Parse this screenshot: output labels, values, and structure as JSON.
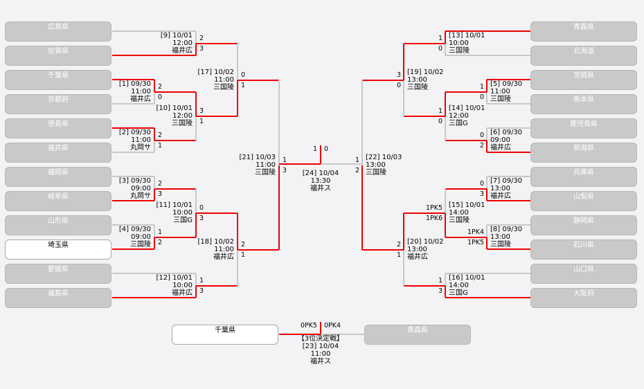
{
  "colors": {
    "win_line": "#ee0000",
    "lose_line": "#c8c8c8",
    "team_box": "#c9c9c9",
    "team_box_active": "#ffffff"
  },
  "teams_left": [
    {
      "name": "広島県",
      "active": false
    },
    {
      "name": "佐賀県",
      "active": false
    },
    {
      "name": "千葉県",
      "active": false
    },
    {
      "name": "京都府",
      "active": false
    },
    {
      "name": "徳島県",
      "active": false
    },
    {
      "name": "福井県",
      "active": false
    },
    {
      "name": "福岡県",
      "active": false
    },
    {
      "name": "岐阜県",
      "active": false
    },
    {
      "name": "山形県",
      "active": false
    },
    {
      "name": "埼玉県",
      "active": true
    },
    {
      "name": "愛媛県",
      "active": false
    },
    {
      "name": "福島県",
      "active": false
    }
  ],
  "teams_right": [
    {
      "name": "青森県",
      "active": false
    },
    {
      "name": "北海道",
      "active": false
    },
    {
      "name": "茨城県",
      "active": false
    },
    {
      "name": "熊本県",
      "active": false
    },
    {
      "name": "鹿児島県",
      "active": false
    },
    {
      "name": "新潟県",
      "active": false
    },
    {
      "name": "兵庫県",
      "active": false
    },
    {
      "name": "山梨県",
      "active": false
    },
    {
      "name": "静岡県",
      "active": false
    },
    {
      "name": "石川県",
      "active": false
    },
    {
      "name": "山口県",
      "active": false
    },
    {
      "name": "大阪府",
      "active": false
    }
  ],
  "matches": {
    "9": {
      "label": "[9] 10/01",
      "time": "12:00",
      "venue": "福井広",
      "scores": [
        "2",
        "3"
      ],
      "winner": 1
    },
    "1": {
      "label": "[1] 09/30",
      "time": "11:00",
      "venue": "福井広",
      "scores": [
        "2",
        "0"
      ],
      "winner": 0
    },
    "2": {
      "label": "[2] 09/30",
      "time": "11:00",
      "venue": "丸岡サ",
      "scores": [
        "2",
        "1"
      ],
      "winner": 0
    },
    "10": {
      "label": "[10] 10/01",
      "time": "12:00",
      "venue": "三国陵",
      "scores": [
        "3",
        "1"
      ],
      "winner": 0
    },
    "17": {
      "label": "[17] 10/02",
      "time": "11:00",
      "venue": "三国陵",
      "scores": [
        "0",
        "1"
      ],
      "winner": 1
    },
    "3": {
      "label": "[3] 09/30",
      "time": "09:00",
      "venue": "丸岡サ",
      "scores": [
        "2",
        "3"
      ],
      "winner": 1
    },
    "4": {
      "label": "[4] 09/30",
      "time": "09:00",
      "venue": "三国陵",
      "scores": [
        "1",
        "2"
      ],
      "winner": 1
    },
    "11": {
      "label": "[11] 10/01",
      "time": "10:00",
      "venue": "三国G",
      "scores": [
        "0",
        "3"
      ],
      "winner": 1
    },
    "12": {
      "label": "[12] 10/01",
      "time": "10:00",
      "venue": "福井広",
      "scores": [
        "1",
        "3"
      ],
      "winner": 1
    },
    "18": {
      "label": "[18] 10/02",
      "time": "11:00",
      "venue": "福井広",
      "scores": [
        "2",
        "1"
      ],
      "winner": 0
    },
    "21": {
      "label": "[21] 10/03",
      "time": "11:00",
      "venue": "三国陵",
      "scores": [
        "1",
        "3"
      ],
      "winner": 1
    },
    "13": {
      "label": "[13] 10/01",
      "time": "10:00",
      "venue": "三国陵",
      "scores": [
        "1",
        "0"
      ],
      "winner": 0
    },
    "5": {
      "label": "[5] 09/30",
      "time": "11:00",
      "venue": "三国陵",
      "scores": [
        "1",
        "0"
      ],
      "winner": 0
    },
    "6": {
      "label": "[6] 09/30",
      "time": "09:00",
      "venue": "福井広",
      "scores": [
        "0",
        "2"
      ],
      "winner": 1
    },
    "14": {
      "label": "[14] 10/01",
      "time": "12:00",
      "venue": "三国G",
      "scores": [
        "1",
        "0"
      ],
      "winner": 0
    },
    "19": {
      "label": "[19] 10/02",
      "time": "13:00",
      "venue": "三国陵",
      "scores": [
        "3",
        "0"
      ],
      "winner": 0
    },
    "7": {
      "label": "[7] 09/30",
      "time": "13:00",
      "venue": "福井広",
      "scores": [
        "0",
        "3"
      ],
      "winner": 1
    },
    "8": {
      "label": "[8] 09/30",
      "time": "13:00",
      "venue": "三国陵",
      "scores": [
        "1PK4",
        "1PK5"
      ],
      "winner": 1
    },
    "15": {
      "label": "[15] 10/01",
      "time": "14:00",
      "venue": "三国陵",
      "scores": [
        "1PK5",
        "1PK6"
      ],
      "winner": 1
    },
    "16": {
      "label": "[16] 10/01",
      "time": "14:00",
      "venue": "三国G",
      "scores": [
        "1",
        "3"
      ],
      "winner": 1
    },
    "20": {
      "label": "[20] 10/02",
      "time": "13:00",
      "venue": "福井広",
      "scores": [
        "2",
        "1"
      ],
      "winner": 0
    },
    "22": {
      "label": "[22] 10/03",
      "time": "13:00",
      "venue": "三国陵",
      "scores": [
        "1",
        "2"
      ],
      "winner": 1
    }
  },
  "final": {
    "label": "[24] 10/04",
    "time": "13:30",
    "venue": "福井ス",
    "score_left": "1",
    "score_right": "0"
  },
  "third_place": {
    "title": "【3位決定戦】",
    "label": "[23] 10/04",
    "time": "11:00",
    "venue": "福井ス",
    "score_left": "0PK5",
    "score_right": "0PK4",
    "team_left": {
      "name": "千葉県",
      "active": true
    },
    "team_right": {
      "name": "青森県",
      "active": false
    }
  }
}
